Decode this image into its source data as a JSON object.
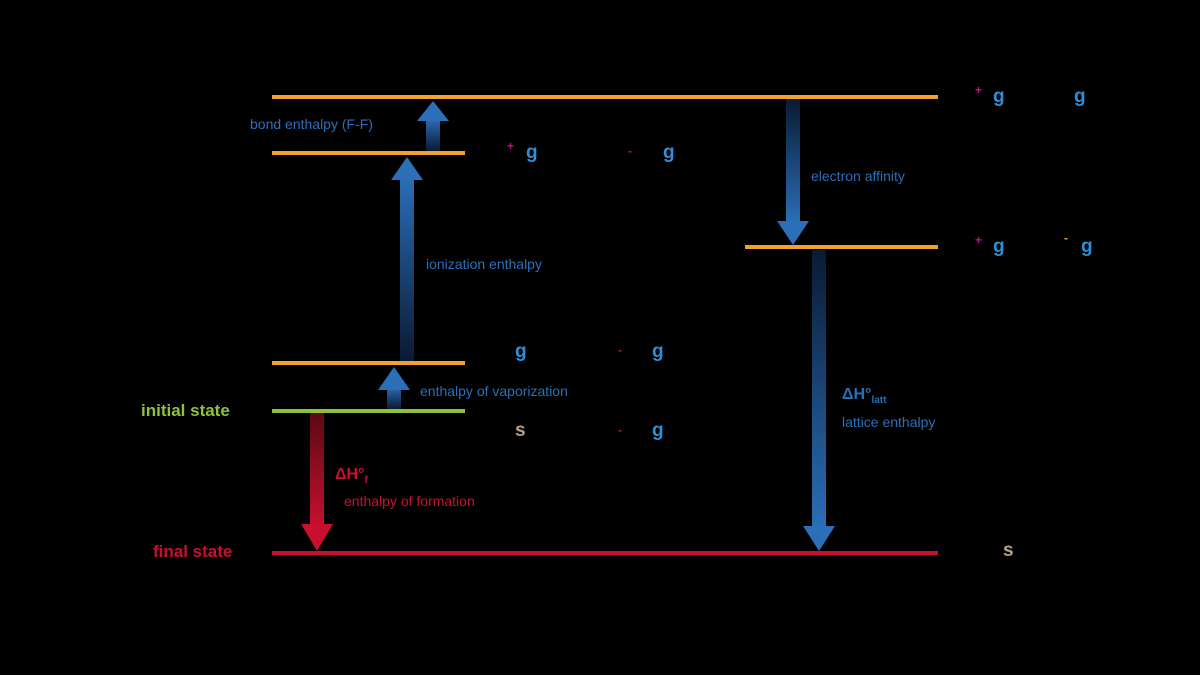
{
  "colors": {
    "background": "#000000",
    "level_orange": "#f2a12b",
    "initial_green": "#8fc23a",
    "final_red": "#c8102e",
    "process_blue": "#2a6fb8",
    "species_blue": "#2d8fd8",
    "charge_magenta": "#b0188a",
    "solid_tan": "#b8a088"
  },
  "states": {
    "initial": "initial state",
    "final": "final state"
  },
  "processes": {
    "bond_enthalpy": "bond enthalpy (F-F)",
    "ionization": "ionization enthalpy",
    "vaporization": "enthalpy of vaporization",
    "electron_affinity": "electron affinity",
    "formation_symbol": "ΔH°",
    "formation_subscript": "f",
    "formation": "enthalpy of formation",
    "lattice_symbol": "ΔH°",
    "lattice_subscript": "latt",
    "lattice": "lattice enthalpy"
  },
  "species": {
    "level1_a_charge": "+",
    "level1_a_phase": "g",
    "level1_b_phase": "g",
    "level2_a_charge": "+",
    "level2_a_phase": "g",
    "level2_b_charge": "-",
    "level2_b_phase": "g",
    "level3_a_charge": "+",
    "level3_a_phase": "g",
    "level3_b_charge": "-",
    "level3_b_phase": "g",
    "level4_a_phase": "g",
    "level4_b_charge": "-",
    "level4_b_phase": "g",
    "initial_a_phase": "s",
    "initial_b_charge": "-",
    "initial_b_phase": "g",
    "final_phase": "s"
  }
}
